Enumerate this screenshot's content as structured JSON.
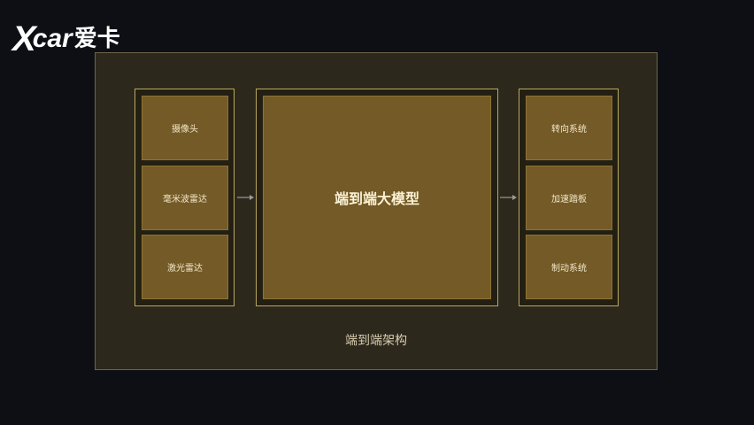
{
  "logo": {
    "x": "X",
    "car": "car",
    "cn": "爱卡"
  },
  "diagram": {
    "inputs": [
      "摄像头",
      "毫米波雷达",
      "激光雷达"
    ],
    "model": "端到端大模型",
    "outputs": [
      "转向系统",
      "加速踏板",
      "制动系统"
    ],
    "caption": "端到端架构"
  },
  "colors": {
    "box": "#735a26",
    "frame": "#2c281c",
    "border": "#bca75e"
  }
}
